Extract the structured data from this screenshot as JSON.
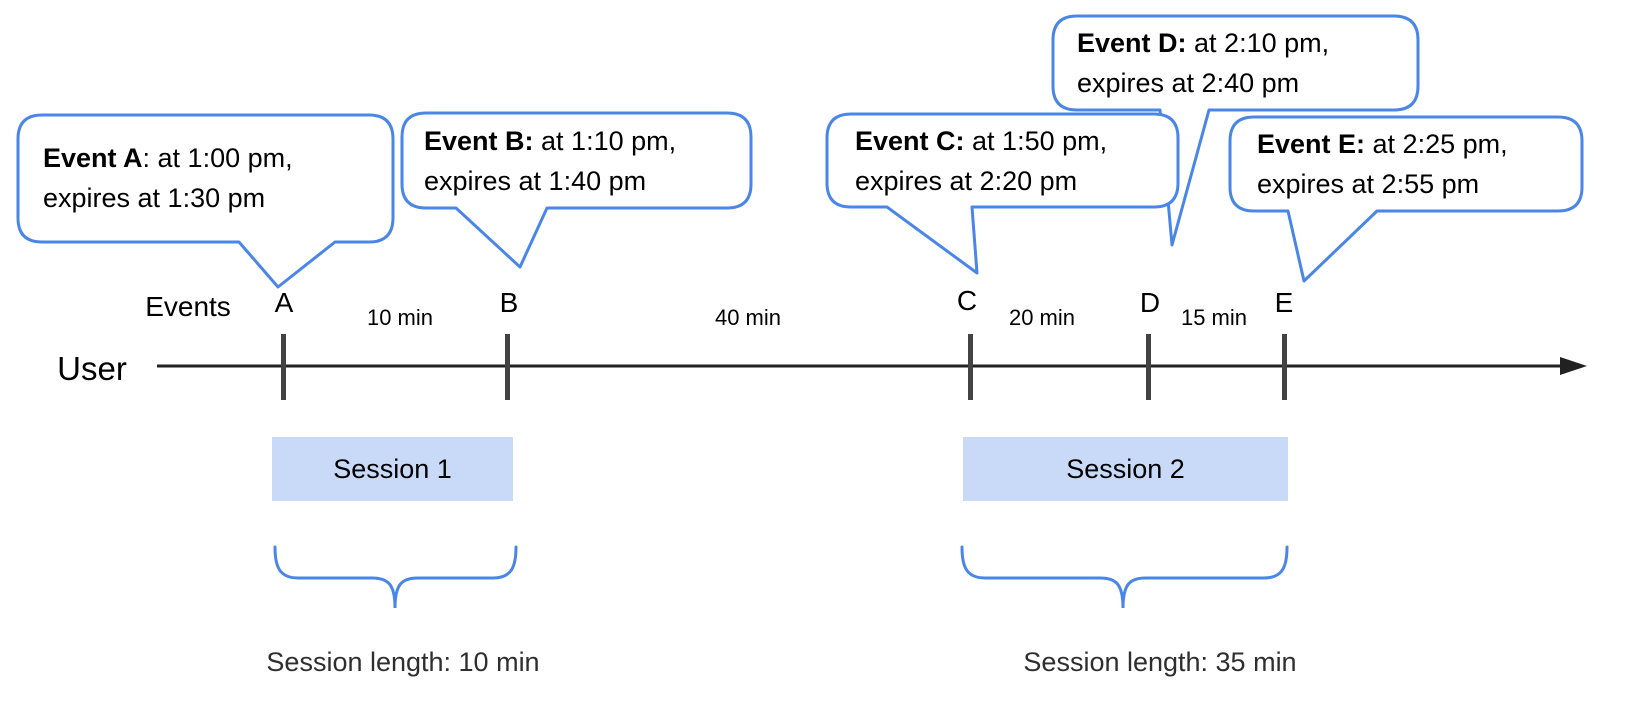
{
  "colors": {
    "callout_border": "#4a86e8",
    "brace": "#4a86e8",
    "session_fill": "#c9daf8",
    "timeline": "#212121",
    "tick": "#434343",
    "muted_text": "#2e2e2e"
  },
  "timeline": {
    "events_label": "Events",
    "axis_label": "User",
    "ticks": [
      "A",
      "B",
      "C",
      "D",
      "E"
    ],
    "intervals": [
      {
        "label": "10 min"
      },
      {
        "label": "40 min"
      },
      {
        "label": "20 min"
      },
      {
        "label": "15 min"
      }
    ]
  },
  "events": [
    {
      "bold": "Event A",
      "rest": ": at 1:00 pm,",
      "line2": "expires at 1:30 pm"
    },
    {
      "bold": "Event B:",
      "rest": " at 1:10 pm,",
      "line2": "expires at 1:40 pm"
    },
    {
      "bold": "Event C:",
      "rest": " at 1:50 pm,",
      "line2": "expires at 2:20 pm"
    },
    {
      "bold": "Event D:",
      "rest": " at 2:10 pm,",
      "line2": "expires at 2:40 pm"
    },
    {
      "bold": "Event E:",
      "rest": " at 2:25 pm,",
      "line2": "expires at 2:55 pm"
    }
  ],
  "sessions": [
    {
      "label": "Session 1",
      "length_label": "Session length: 10 min"
    },
    {
      "label": "Session 2",
      "length_label": "Session length: 35 min"
    }
  ]
}
